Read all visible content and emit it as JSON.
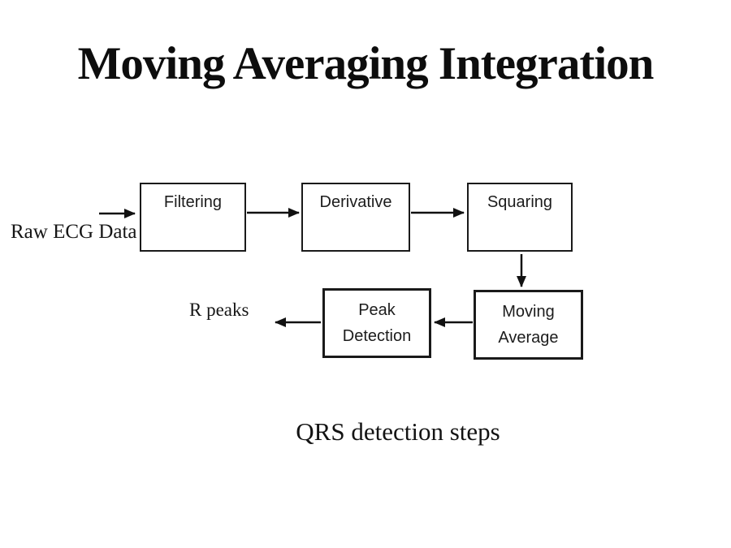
{
  "slide": {
    "title": "Moving Averaging Integration",
    "caption": "QRS detection steps",
    "colors": {
      "background": "#ffffff",
      "text": "#111111",
      "box_border": "#1a1a1a",
      "arrow": "#111111"
    },
    "diagram": {
      "input_label": "Raw ECG Data",
      "output_label": "R peaks",
      "boxes": [
        {
          "id": "filtering",
          "label": "Filtering"
        },
        {
          "id": "derivative",
          "label": "Derivative"
        },
        {
          "id": "squaring",
          "label": "Squaring"
        },
        {
          "id": "peak-detection",
          "lines": [
            "Peak",
            "Detection"
          ]
        },
        {
          "id": "moving-average",
          "lines": [
            "Moving",
            "Average"
          ]
        }
      ],
      "connections": [
        {
          "from": "raw-ecg-data",
          "to": "filtering"
        },
        {
          "from": "filtering",
          "to": "derivative"
        },
        {
          "from": "derivative",
          "to": "squaring"
        },
        {
          "from": "squaring",
          "to": "moving-average"
        },
        {
          "from": "moving-average",
          "to": "peak-detection"
        },
        {
          "from": "peak-detection",
          "to": "r-peaks"
        }
      ]
    }
  }
}
